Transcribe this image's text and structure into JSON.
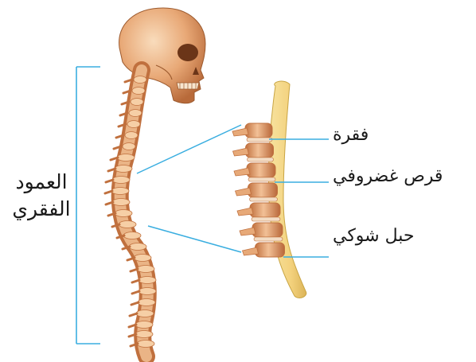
{
  "labels": {
    "column_line1": "العمود",
    "column_line2": "الفقري",
    "vertebra": "فقرة",
    "disc": "قرص غضروفي",
    "cord": "حبل شوكي"
  },
  "colors": {
    "bone": "#e7a978",
    "bone_dark": "#c0703e",
    "bone_light": "#f6cfa6",
    "cord": "#f5d888",
    "cord_edge": "#c9a544",
    "leader": "#3aaee0",
    "text": "#1a1a1a"
  }
}
